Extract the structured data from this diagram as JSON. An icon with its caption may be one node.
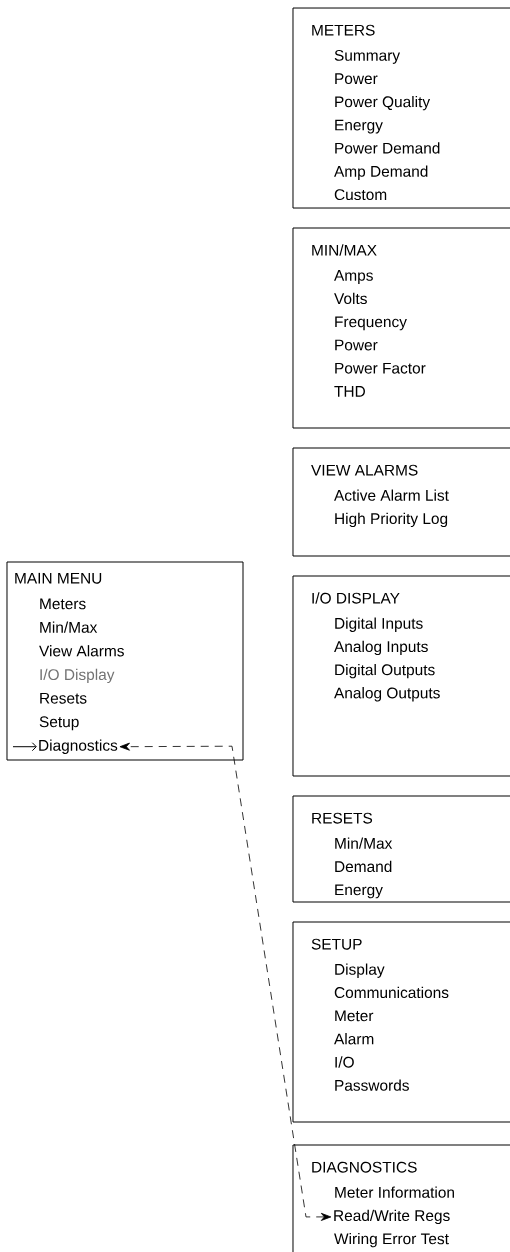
{
  "diagram": {
    "nodes": [
      {
        "text": [
          "MAIN MENU",
          "Meters",
          "Min/Max",
          "View Alarms",
          "I/O Display",
          "Resets",
          "Setup"
        ]
      },
      {
        "text": [
          "Diagnostics"
        ],
        "in": 0
      },
      {
        "text": [
          "METERS",
          "Summary",
          "Power",
          "Power Quality",
          "Energy",
          "Power Demand",
          "Amp Demand",
          "Custom"
        ]
      },
      {
        "text": [
          "MIN/MAX",
          "Amps",
          "Volts",
          "Frequency",
          "Power",
          "Power Factor",
          "THD"
        ]
      },
      {
        "text": [
          "VIEW ALARMS",
          "Active Alarm List",
          "High Priority Log"
        ]
      },
      {
        "text": [
          "I/O DISPLAY",
          "Digital Inputs",
          "Analog Inputs",
          "Digital Outputs",
          "Analog Outputs"
        ]
      },
      {
        "text": [
          "RESETS",
          "Min/Max",
          "Demand",
          "Energy"
        ]
      },
      {
        "text": [
          "SETUP",
          "Display",
          "Communications",
          "Meter",
          "Alarm",
          "I/O",
          "Passwords"
        ]
      },
      {
        "text": [
          "DIAGNOSTICS",
          "Meter Information",
          "Wiring Error Test"
        ]
      },
      {
        "text": [
          "Read/Write Regs"
        ],
        "in": 8
      }
    ],
    "edges": [
      {
        "from": 9,
        "to": 1,
        "arrow": "both",
        "style": "dashed"
      },
      {
        "from": null,
        "to": 1,
        "arrow": "to"
      }
    ]
  }
}
